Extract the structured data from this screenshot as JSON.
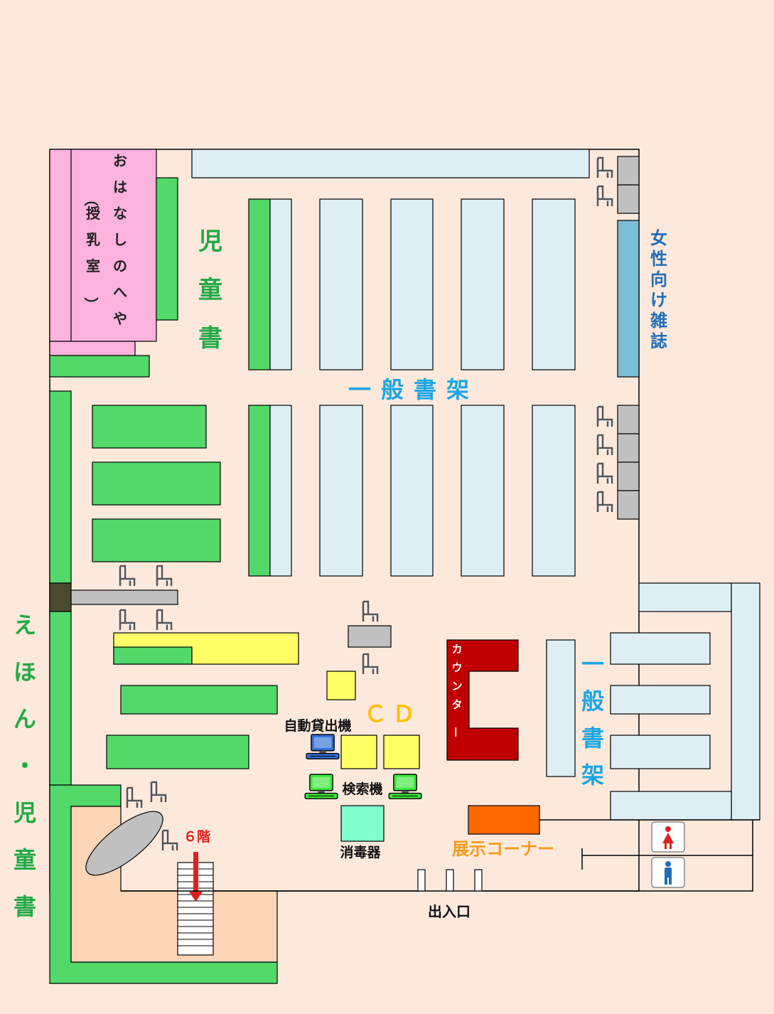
{
  "labels": {
    "ohanashi": "おはなしのへや",
    "junyu": "（授乳室）",
    "jidousho": "児童書",
    "ippan_main": "一般書架",
    "josei": "女性向け雑誌",
    "ehon": "えほん・児童書",
    "counter": "カウンター",
    "ippan_right": "一般書架",
    "cd": "ＣＤ",
    "jidou_kashidashi": "自動貸出機",
    "kensaku": "検索機",
    "shodoku": "消毒器",
    "tenji": "展示コーナー",
    "floor": "６階",
    "entrance": "出入口"
  },
  "icons": {
    "chair": "chair-icon",
    "pc": "computer-icon",
    "women_restroom": "women-restroom-icon",
    "men_restroom": "men-restroom-icon",
    "down_arrow": "down-arrow-icon"
  },
  "colors": {
    "background": "#fde9dc",
    "shelf_green": "#52d96a",
    "shelf_light": "#ddeef5",
    "story_room": "#fbb2dc",
    "magazine": "#7bbed6",
    "counter": "#c00000",
    "cd_yellow": "#ffff66",
    "gray": "#c0c0c0",
    "exhibit": "#ff6a00",
    "disinfect": "#80ffcc",
    "stair_area": "#fbd5b5",
    "label_green": "#22aa44",
    "label_blue": "#1f6eb8",
    "label_cyan": "#1aa6e6",
    "label_orange": "#f59a1c",
    "label_red": "#e02020",
    "cd_text": "#ffc000"
  }
}
